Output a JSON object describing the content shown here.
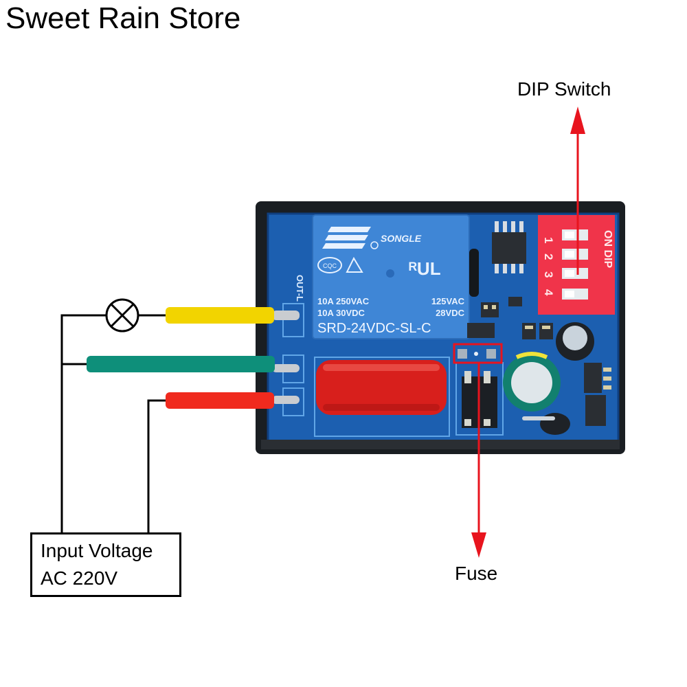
{
  "header": {
    "store_name": "Sweet Rain Store"
  },
  "callouts": {
    "dip_switch": "DIP Switch",
    "fuse": "Fuse"
  },
  "power_source": {
    "line1": "Input Voltage",
    "line2": "AC 220V"
  },
  "load": {
    "symbol": "lamp-icon"
  },
  "wires": [
    {
      "name": "load-output-wire",
      "color": "#f2d400"
    },
    {
      "name": "neutral-wire",
      "color": "#0e8f7a"
    },
    {
      "name": "live-wire",
      "color": "#f02a1e"
    }
  ],
  "board": {
    "terminal_label": "OUT-L",
    "relay": {
      "brand": "SONGLE",
      "cert_mark": "CQC",
      "rating_line1_left": "10A 250VAC",
      "rating_line1_right": "125VAC",
      "rating_line2_left": "10A 30VDC",
      "rating_line2_right": "28VDC",
      "model": "SRD-24VDC-SL-C"
    },
    "dip_switch": {
      "header_text": "ON DIP",
      "positions": [
        "1",
        "2",
        "3",
        "4"
      ]
    }
  },
  "colors": {
    "pcb_blue": "#1c5fb0",
    "relay_blue": "#3f86d6",
    "callout_red": "#e8141e",
    "dip_red": "#f0344a",
    "capacitor_red": "#d81f1c"
  }
}
